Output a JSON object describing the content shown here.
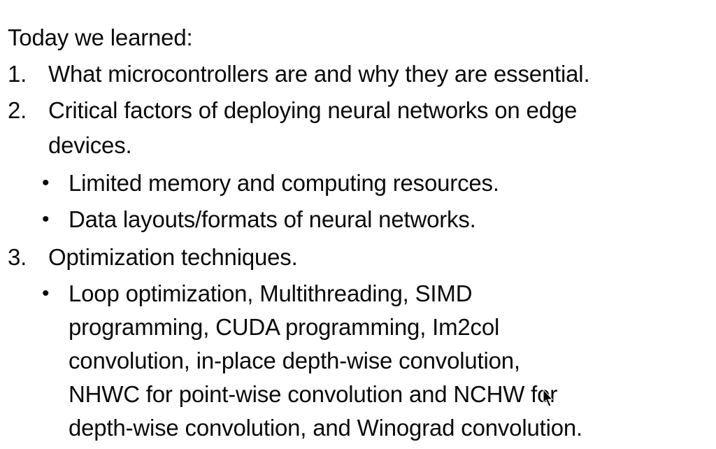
{
  "slide": {
    "heading": "Today we learned:",
    "items": [
      {
        "number": "1.",
        "lines": [
          "What microcontrollers are and why they are essential."
        ]
      },
      {
        "number": "2.",
        "lines": [
          "Critical factors of deploying neural networks on edge",
          "devices."
        ],
        "bullets": [
          [
            "Limited memory and computing resources."
          ],
          [
            "Data layouts/formats of neural networks."
          ]
        ]
      },
      {
        "number": "3.",
        "lines": [
          "Optimization techniques."
        ],
        "bullets": [
          [
            "Loop optimization, Multithreading, SIMD",
            "programming, CUDA programming, Im2col",
            "convolution, in-place depth-wise convolution,",
            "NHWC for point-wise convolution and NCHW for",
            "depth-wise convolution, and Winograd convolution."
          ]
        ]
      }
    ],
    "bullet_symbol": "•"
  }
}
